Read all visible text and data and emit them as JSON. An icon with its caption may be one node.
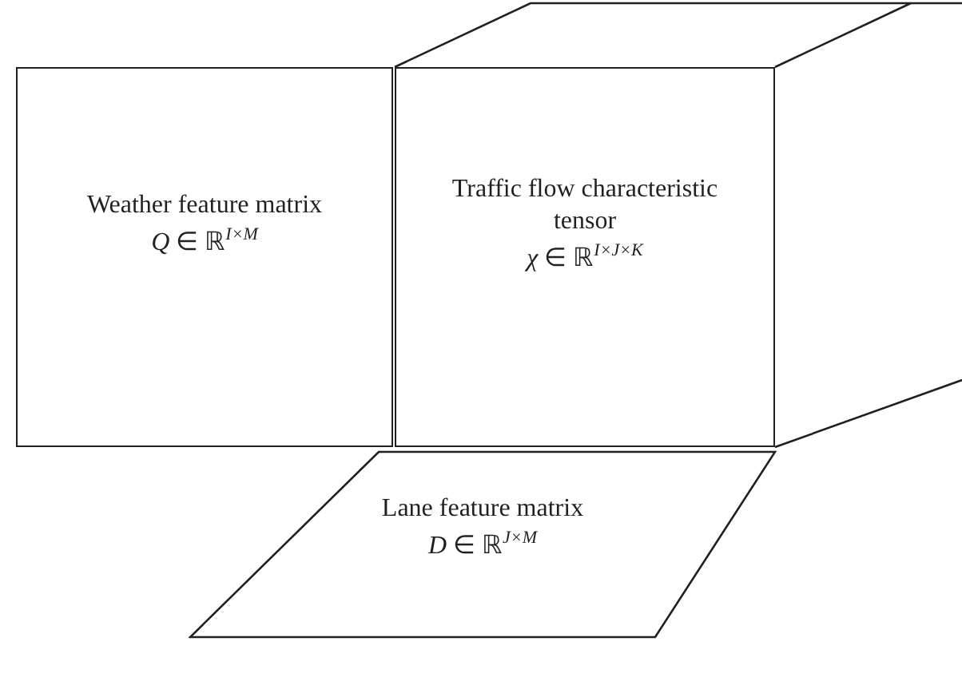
{
  "diagram": {
    "nodes": [
      {
        "text": [
          "Weather feature matrix",
          "*Q* ∈ ℝ$^{I×M}$"
        ]
      },
      {
        "text": [
          "Traffic flow characteristic tensor",
          "*χ* ∈ ℝ$^{I×J×K}$"
        ]
      },
      {
        "text": [
          "Lane feature matrix",
          "*D* ∈ ℝ$^{J×M}$"
        ]
      }
    ]
  }
}
